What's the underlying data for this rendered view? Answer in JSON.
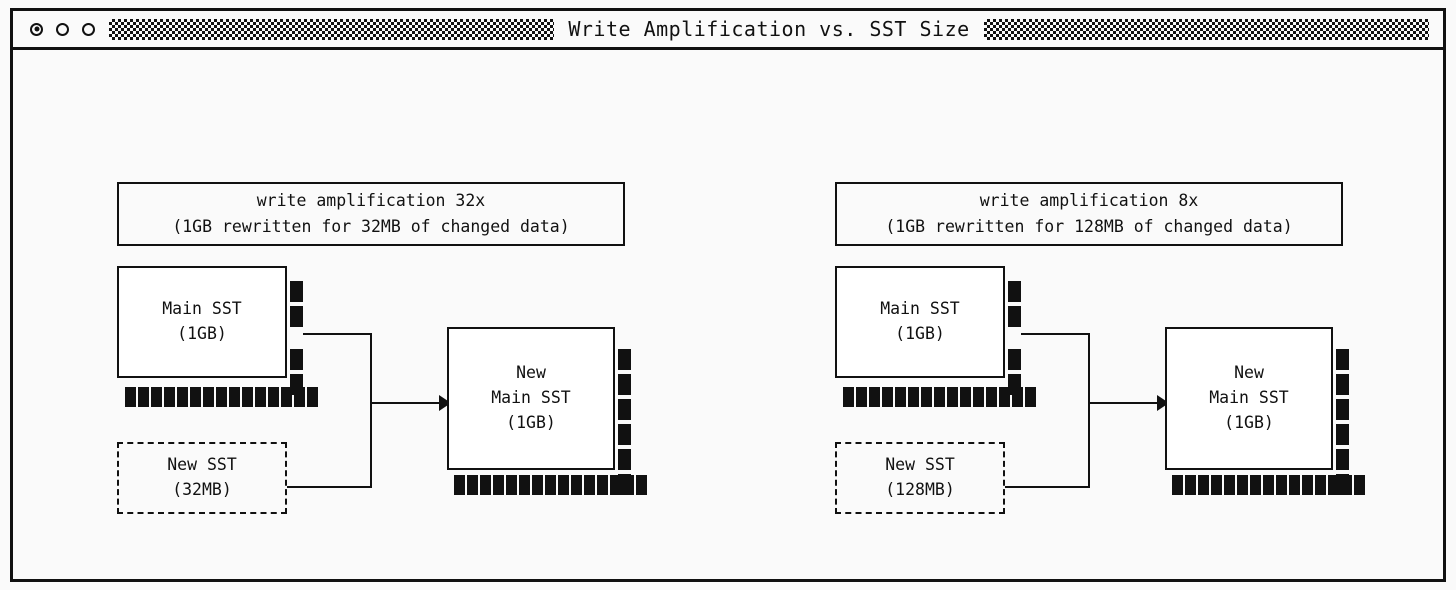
{
  "window": {
    "title": "Write Amplification vs. SST Size",
    "traffic_lights": [
      {
        "name": "close-light",
        "state": "active"
      },
      {
        "name": "minimize-light",
        "state": "idle"
      },
      {
        "name": "maximize-light",
        "state": "idle"
      }
    ],
    "hatch_left": "dither-pattern",
    "hatch_right": "dither-pattern"
  },
  "colors": {
    "ink": "#111111",
    "paper": "#fafafa",
    "box_fill": "#ffffff"
  },
  "panels": [
    {
      "id": "left",
      "caption_line1": "write amplification 32x",
      "caption_line2": "(1GB rewritten for 32MB of changed data)",
      "main_sst": {
        "line1": "Main SST",
        "line2": "(1GB)",
        "side_blocks_upper": 2,
        "side_blocks_lower": 2,
        "bottom_blocks": 15
      },
      "new_sst": {
        "line1": "New SST",
        "line2": "(32MB)"
      },
      "new_main_sst": {
        "line1": "New",
        "line2": "Main SST",
        "line3": "(1GB)",
        "side_blocks": 6,
        "bottom_blocks": 15
      },
      "arrow": "compaction-arrow"
    },
    {
      "id": "right",
      "caption_line1": "write amplification 8x",
      "caption_line2": "(1GB rewritten for 128MB of changed data)",
      "main_sst": {
        "line1": "Main SST",
        "line2": "(1GB)",
        "side_blocks_upper": 2,
        "side_blocks_lower": 2,
        "bottom_blocks": 15
      },
      "new_sst": {
        "line1": "New SST",
        "line2": "(128MB)"
      },
      "new_main_sst": {
        "line1": "New",
        "line2": "Main SST",
        "line3": "(1GB)",
        "side_blocks": 6,
        "bottom_blocks": 15
      },
      "arrow": "compaction-arrow"
    }
  ]
}
